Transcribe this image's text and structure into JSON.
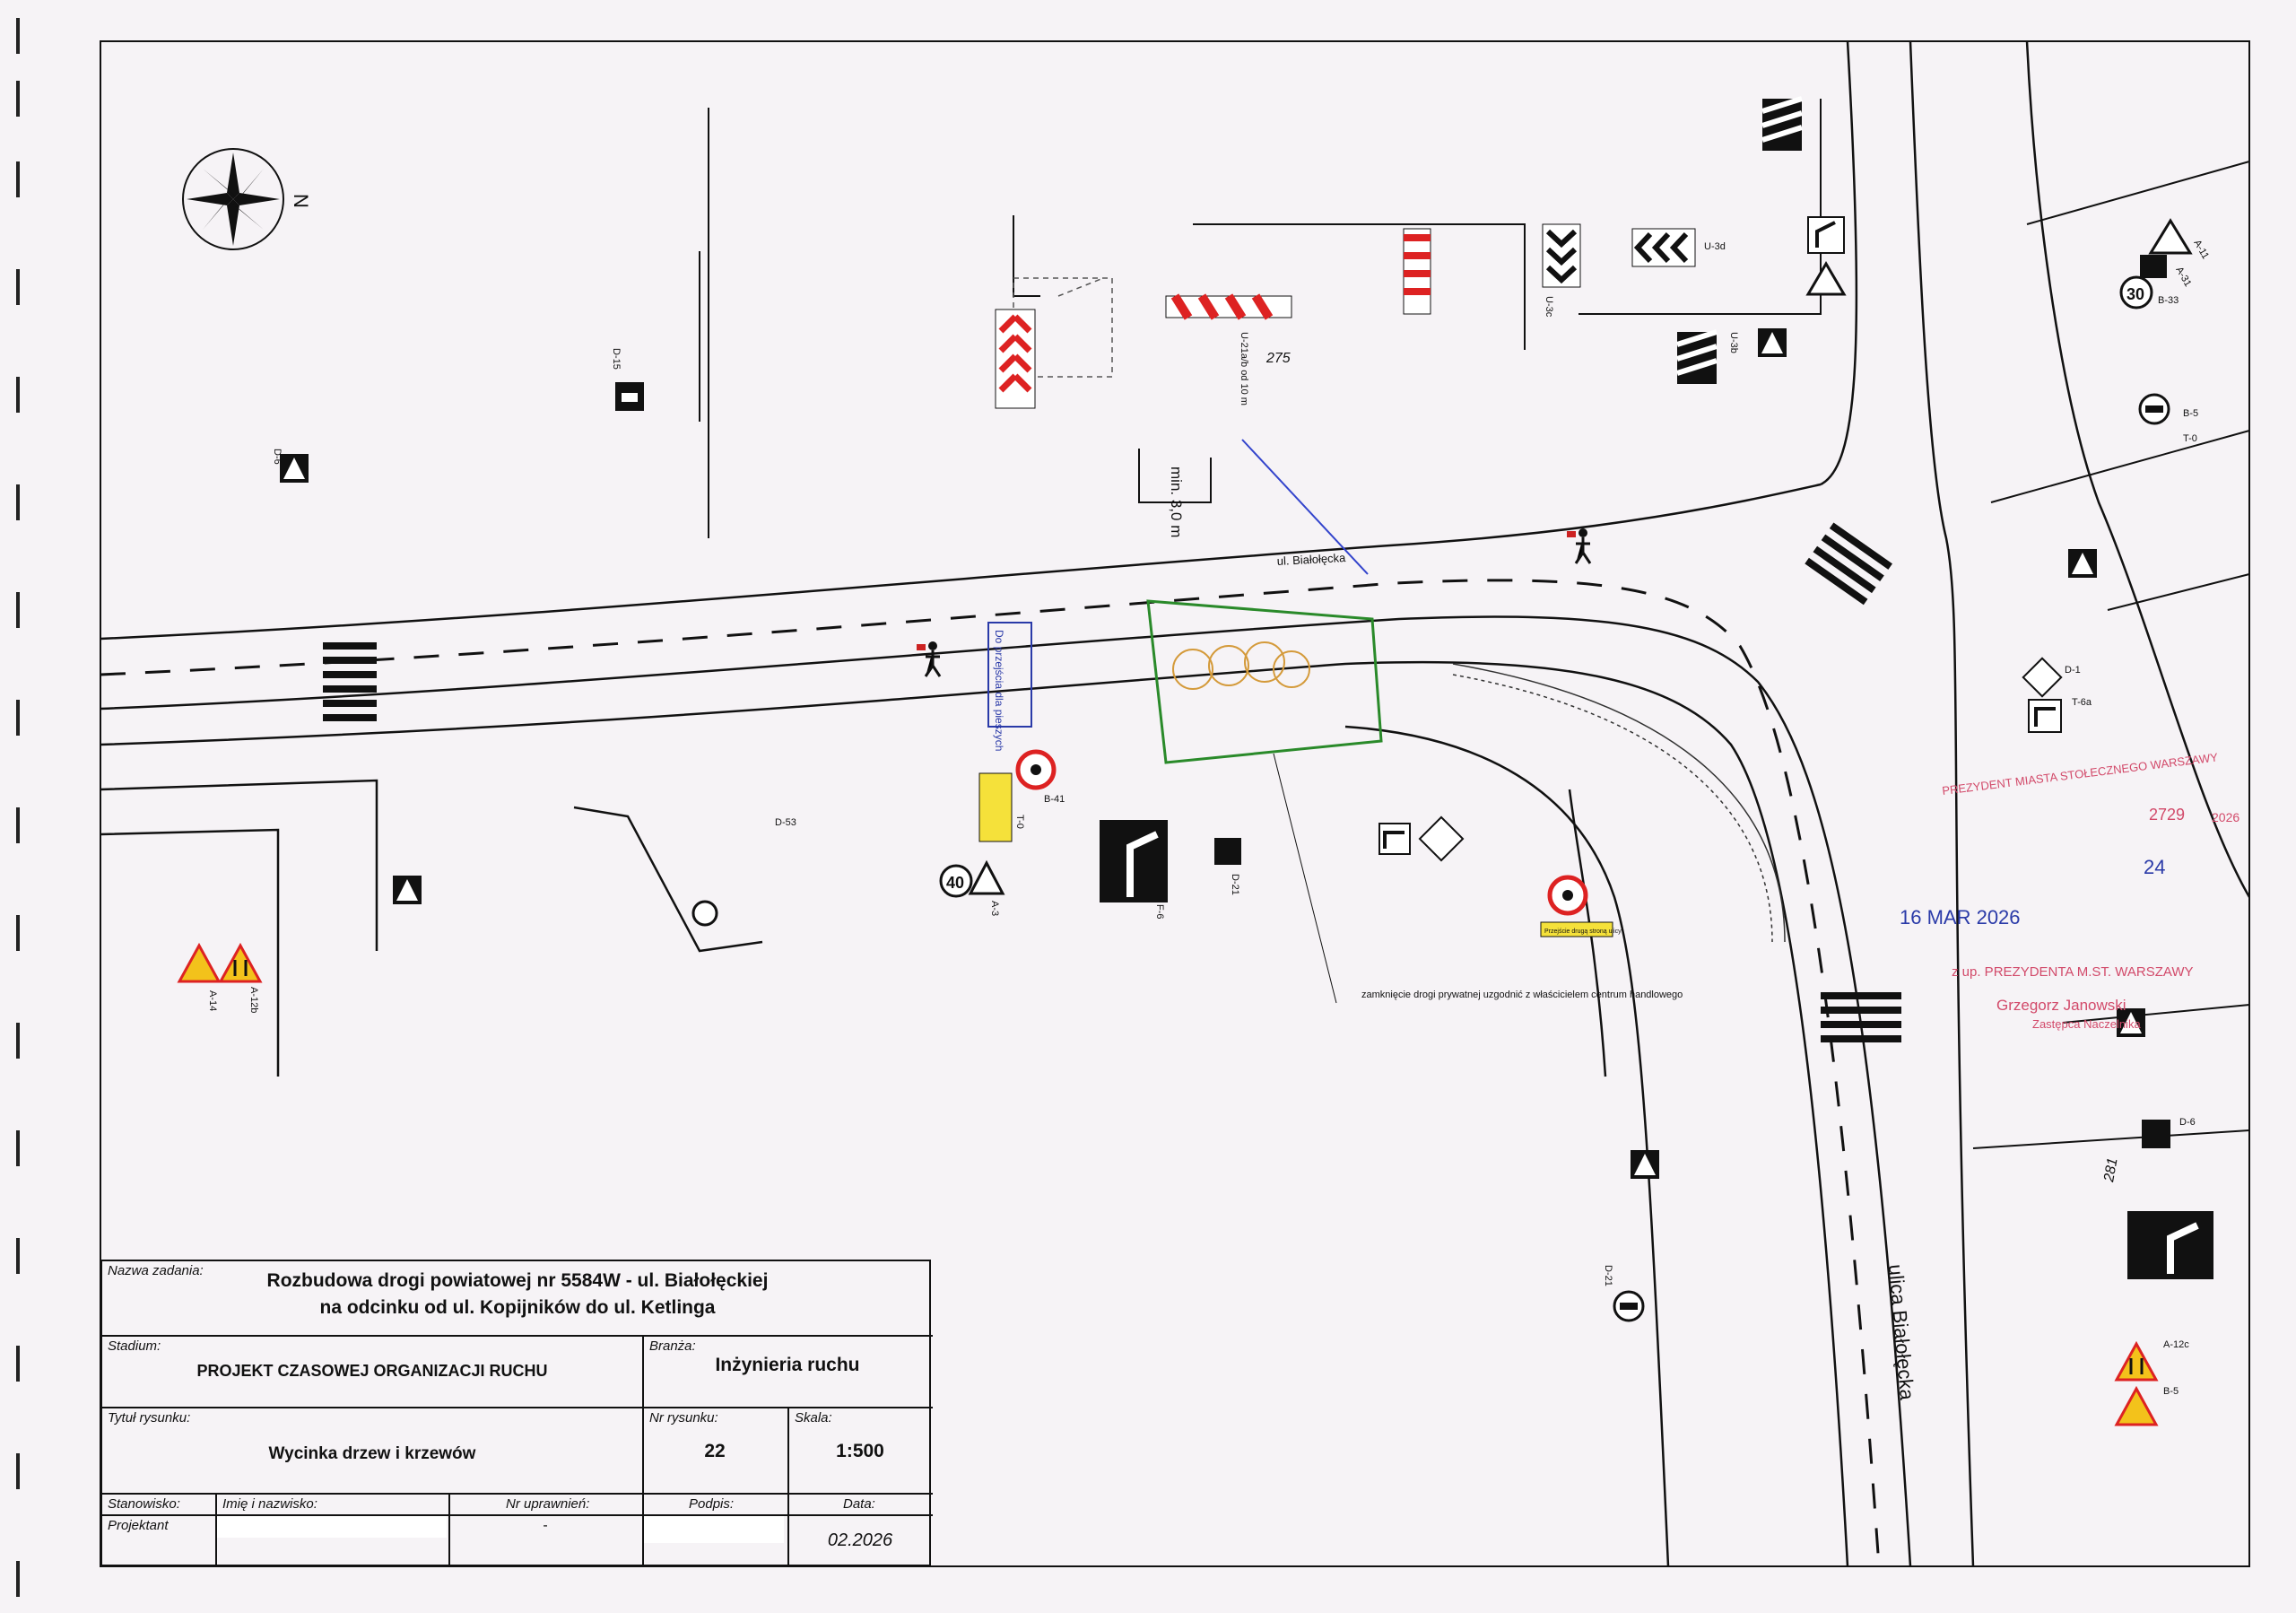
{
  "map": {
    "street_labels": [
      "ul. Białołęcka",
      "ulica Białołęcka"
    ],
    "dimension_label": "min. 3,0 m",
    "note": "zamknięcie drogi prywatnej uzgodnić z właścicielem centrum handlowego",
    "handwritten_note": "Do przejścia dla pieszych",
    "road_numbers": [
      "275",
      "281"
    ],
    "signs": [
      {
        "code": "D-6",
        "status": "ist"
      },
      {
        "code": "D-15",
        "status": "ist"
      },
      {
        "code": "U-21a/b od 10 m",
        "status": "tymczas"
      },
      {
        "code": "U-3c",
        "status": "ist"
      },
      {
        "code": "U-3d",
        "status": "ist"
      },
      {
        "code": "U-3b",
        "status": "ist"
      },
      {
        "code": "A-11",
        "status": "ist"
      },
      {
        "code": "A-31",
        "status": "ist"
      },
      {
        "code": "B-33",
        "status": "ist"
      },
      {
        "code": "B-5",
        "status": "ist"
      },
      {
        "code": "T-0",
        "status": "ist"
      },
      {
        "code": "D-1",
        "status": "ist"
      },
      {
        "code": "T-6a",
        "status": "ist"
      },
      {
        "code": "B-41",
        "status": "tymczas"
      },
      {
        "code": "T-0",
        "status": "tymczas"
      },
      {
        "code": "A-3",
        "status": "ist"
      },
      {
        "code": "F-6",
        "status": "ist"
      },
      {
        "code": "D-21",
        "status": "ist"
      },
      {
        "code": "D-53",
        "status": "ist"
      },
      {
        "code": "A-12b",
        "status": "tymczas"
      },
      {
        "code": "A-14",
        "status": "tymczas"
      },
      {
        "code": "A-12c",
        "status": "tymczas"
      },
      {
        "code": "B-5",
        "status": "ist"
      },
      {
        "code": "D-21",
        "status": "ist"
      },
      {
        "code": "D-6",
        "status": "ist"
      }
    ],
    "speed_limits": [
      "30",
      "40"
    ],
    "yellow_plate": "Przejście drugą stroną ulicy",
    "compass_label": "N"
  },
  "stamp": {
    "line1": "PREZYDENT MIASTA STOŁECZNEGO WARSZAWY",
    "line2": "z up. PREZYDENTA M.ST. WARSZAWY",
    "name": "Grzegorz Janowski",
    "title": "Zastępca Naczelnika",
    "date": "16 MAR 2026",
    "case_no": "2729",
    "year": "2026",
    "page_no": "24",
    "color": "#d24a6a",
    "ink_blue": "#2a3aa8"
  },
  "title_block": {
    "task_caption": "Nazwa zadania:",
    "task_line1": "Rozbudowa drogi powiatowej nr 5584W - ul. Białołęckiej",
    "task_line2": "na odcinku od ul. Kopijników do ul. Ketlinga",
    "stage_caption": "Stadium:",
    "stage_value": "PROJEKT CZASOWEJ ORGANIZACJI RUCHU",
    "branch_caption": "Branża:",
    "branch_value": "Inżynieria ruchu",
    "drawing_caption": "Tytuł rysunku:",
    "drawing_value": "Wycinka drzew i krzewów",
    "number_caption": "Nr rysunku:",
    "number_value": "22",
    "scale_caption": "Skala:",
    "scale_value": "1:500",
    "position_caption": "Stanowisko:",
    "name_caption": "Imię i nazwisko:",
    "license_caption": "Nr uprawnień:",
    "signature_caption": "Podpis:",
    "date_caption": "Data:",
    "role_value": "Projektant",
    "license_value": "-",
    "date_value": "02.2026"
  }
}
